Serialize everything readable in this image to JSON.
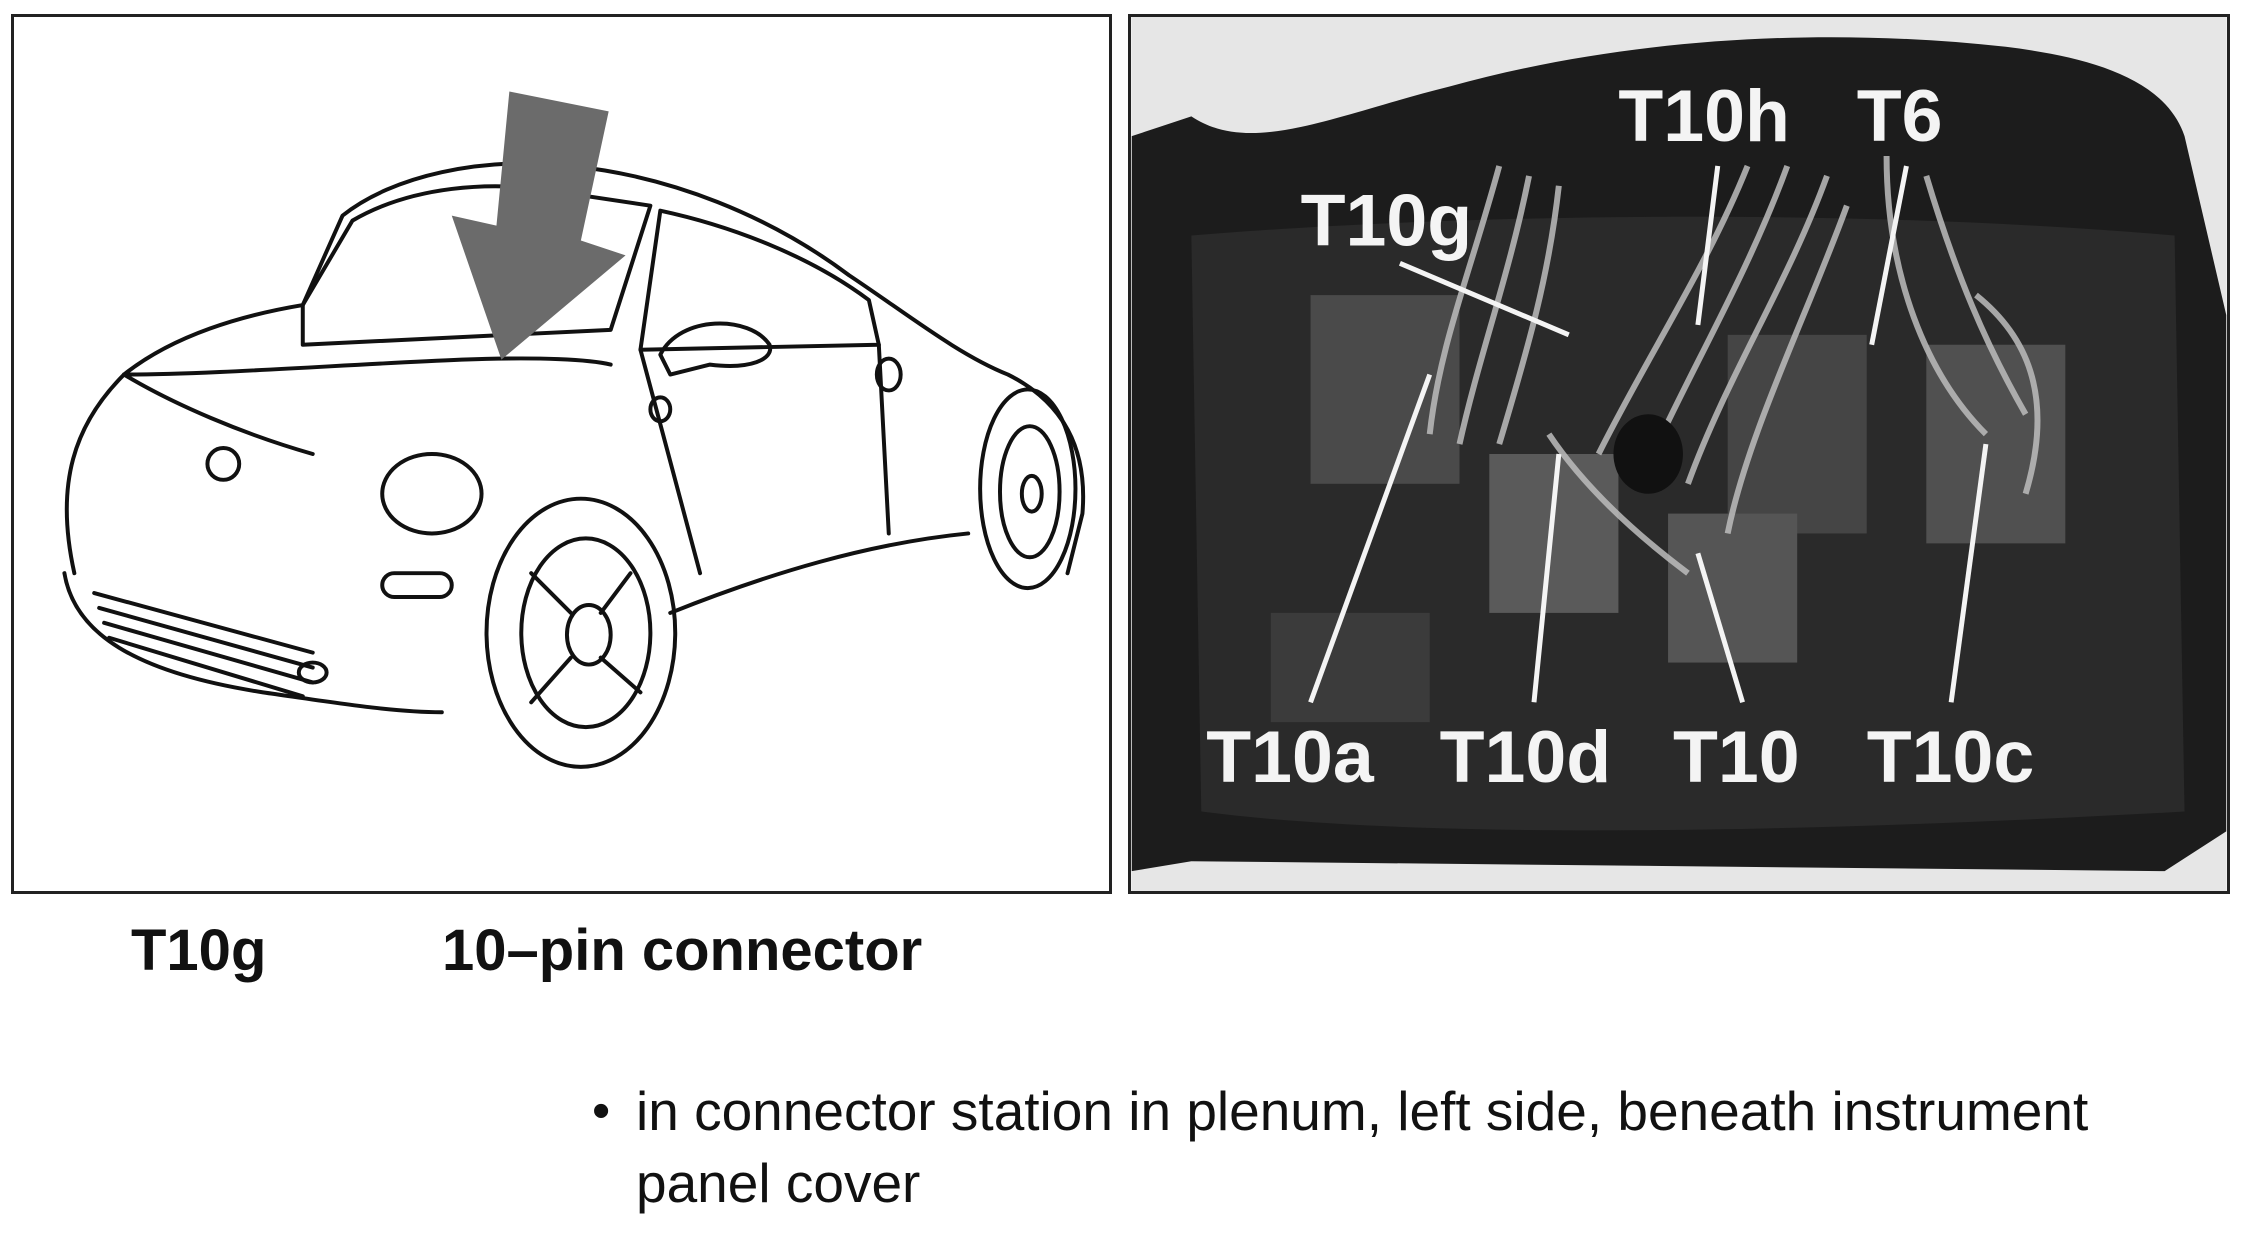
{
  "figure": {
    "photo_labels": {
      "t10g": "T10g",
      "t10h": "T10h",
      "t6": "T6",
      "t10a": "T10a",
      "t10d": "T10d",
      "t10": "T10",
      "t10c": "T10c"
    },
    "arrow_color": "#6b6b6b"
  },
  "caption": {
    "code": "T10g",
    "description": "10–pin connector"
  },
  "location_note": {
    "bullet": "•",
    "text": "in connector station in plenum, left side, beneath instrument panel cover"
  }
}
